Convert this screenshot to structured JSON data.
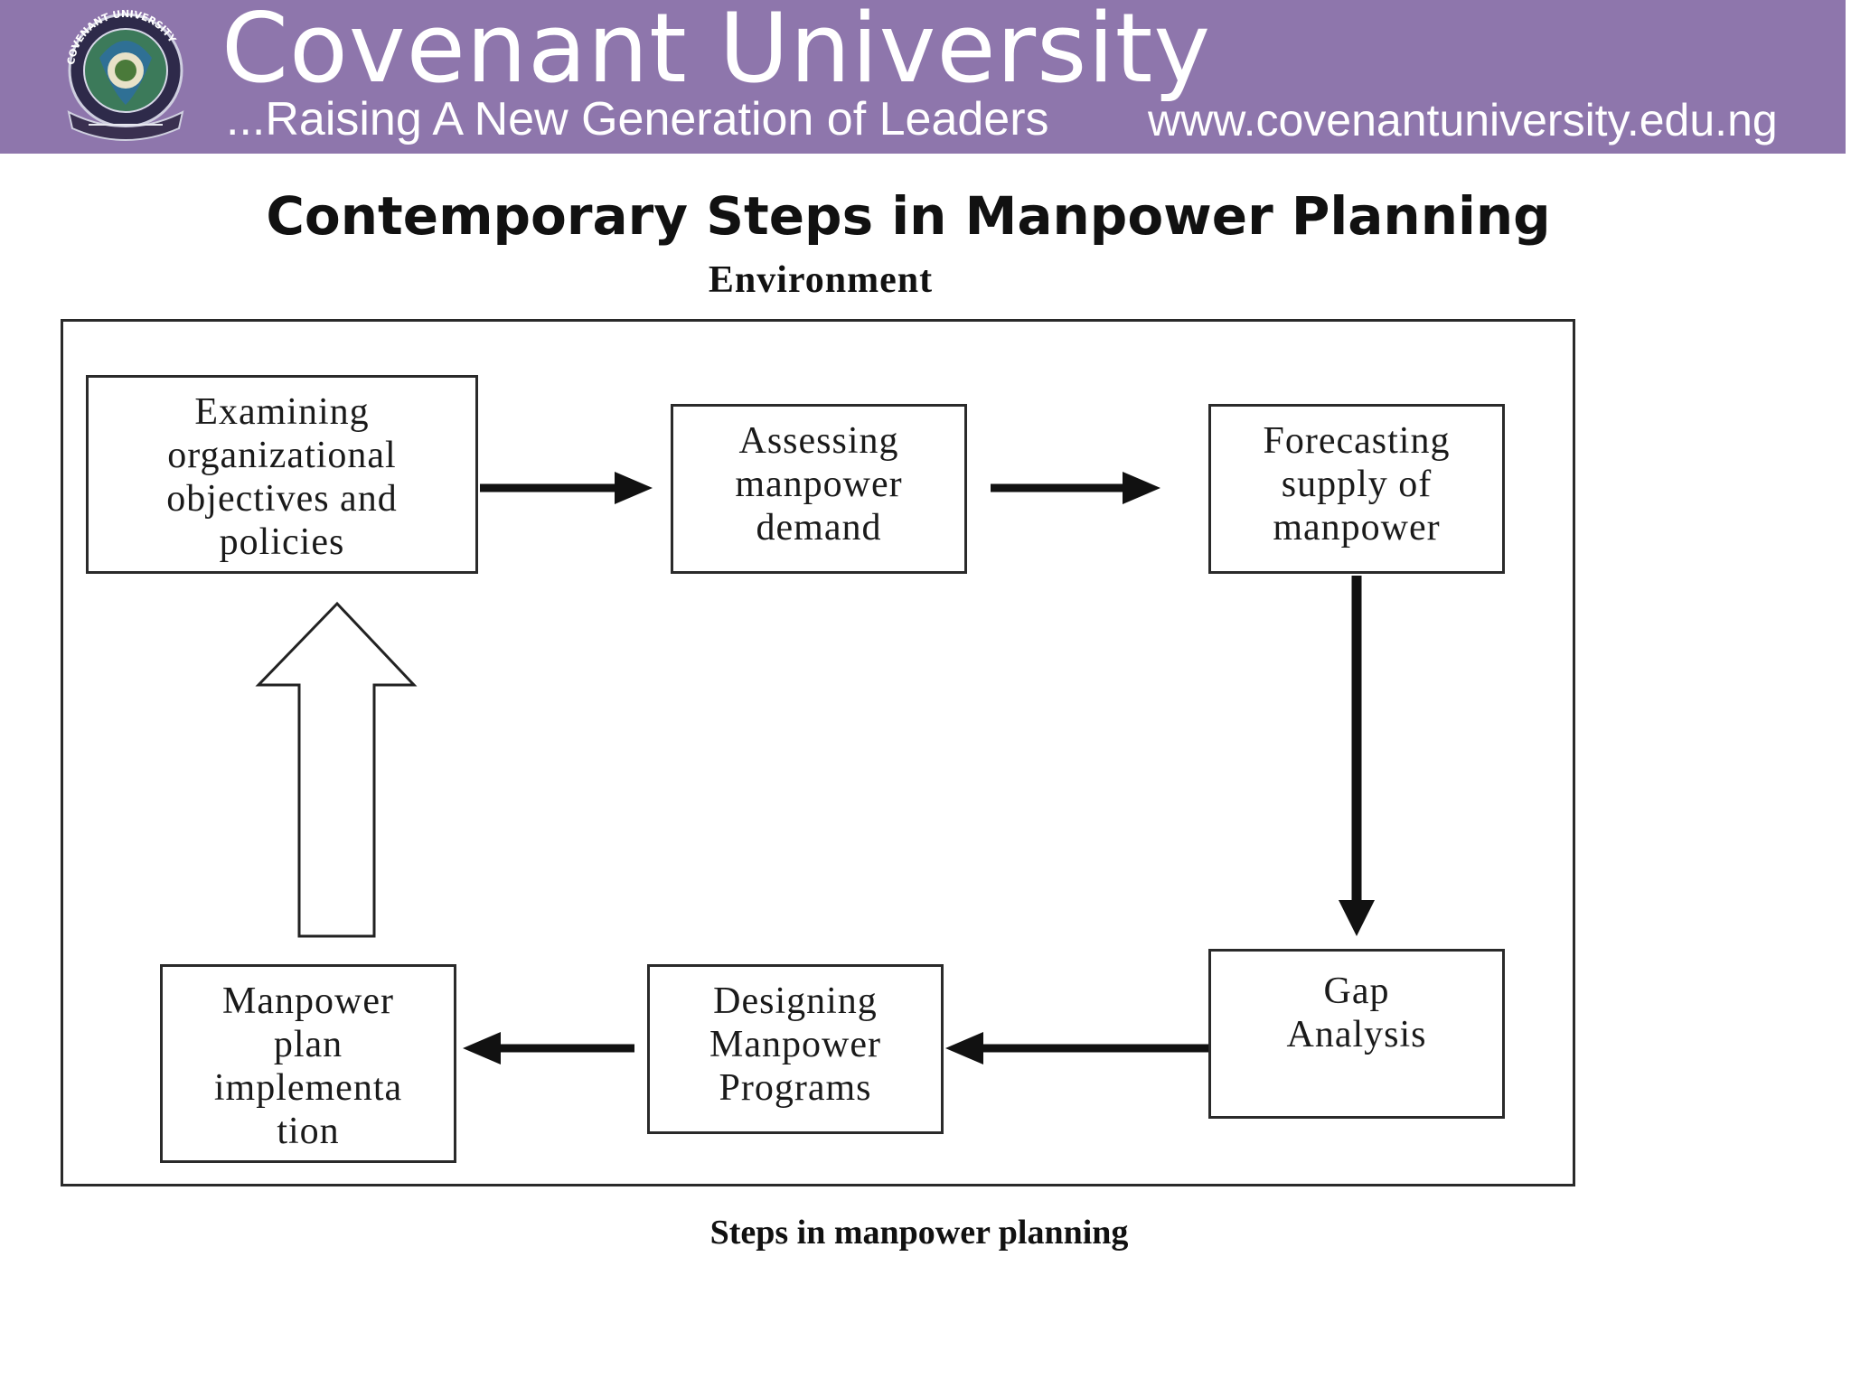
{
  "header": {
    "university_name": "Covenant University",
    "tagline": "...Raising A New Generation of Leaders",
    "website": "www.covenantuniversity.edu.ng",
    "background_color": "#8e76ac",
    "logo_icon": "university-crest-icon",
    "logo_text": "COVENANT UNIVERSITY"
  },
  "slide": {
    "title": "Contemporary Steps in Manpower Planning"
  },
  "diagram": {
    "environment_label": "Environment",
    "steps": [
      {
        "id": "examining",
        "label": "Examining\norganizational\nobjectives and\npolicies"
      },
      {
        "id": "assessing",
        "label": "Assessing\nmanpower\ndemand"
      },
      {
        "id": "forecasting",
        "label": "Forecasting\nsupply of\nmanpower"
      },
      {
        "id": "gap",
        "label": "Gap\nAnalysis"
      },
      {
        "id": "designing",
        "label": "Designing\nManpower\nPrograms"
      },
      {
        "id": "implementation",
        "label": "Manpower\nplan\nimplementa\ntion"
      }
    ],
    "flow": [
      {
        "from": "examining",
        "to": "assessing",
        "style": "solid"
      },
      {
        "from": "assessing",
        "to": "forecasting",
        "style": "solid"
      },
      {
        "from": "forecasting",
        "to": "gap",
        "style": "solid"
      },
      {
        "from": "gap",
        "to": "designing",
        "style": "solid"
      },
      {
        "from": "designing",
        "to": "implementation",
        "style": "solid"
      },
      {
        "from": "implementation",
        "to": "examining",
        "style": "hollow"
      }
    ],
    "caption": "Steps in manpower planning"
  }
}
